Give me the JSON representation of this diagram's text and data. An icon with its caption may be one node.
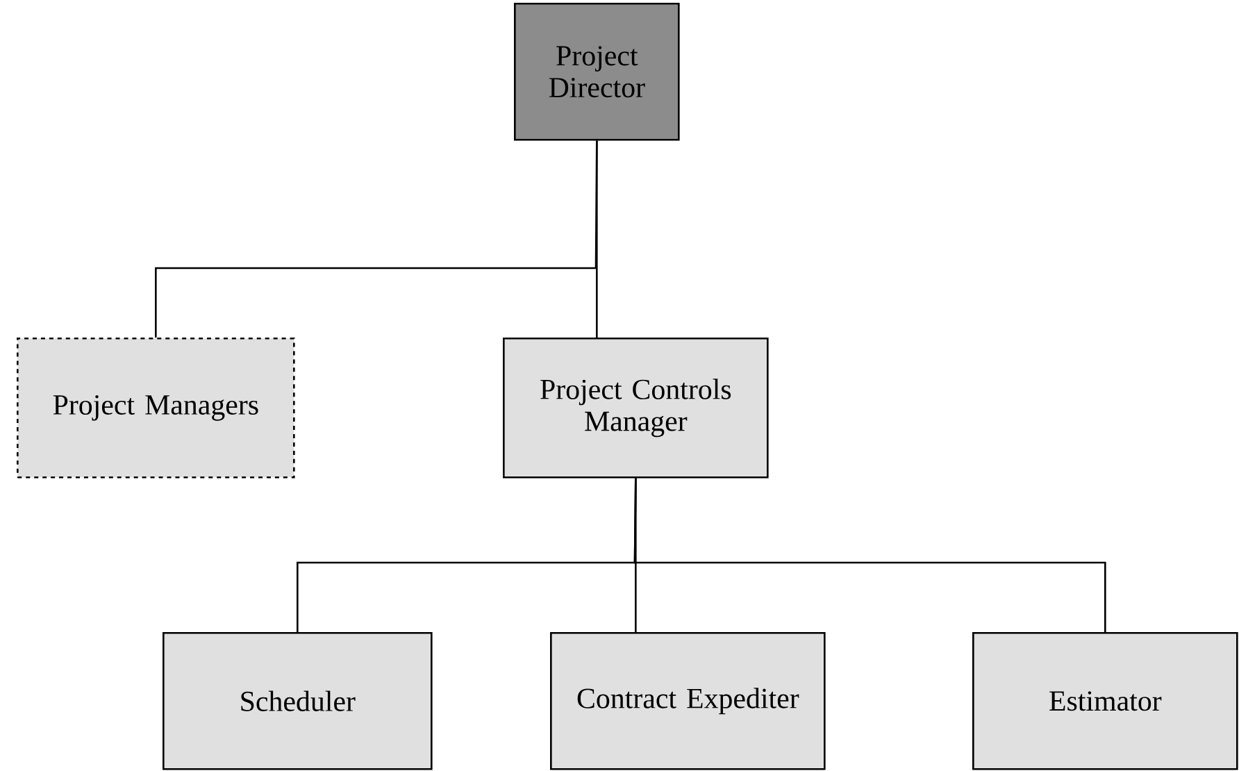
{
  "diagram": {
    "nodes": [
      {
        "text": [
          "Project Director"
        ]
      },
      {
        "text": [
          "Project Managers"
        ]
      },
      {
        "text": [
          "Project Controls Manager"
        ]
      },
      {
        "text": [
          "Scheduler"
        ]
      },
      {
        "text": [
          "Contract Expediter"
        ]
      },
      {
        "text": [
          "Estimator"
        ]
      }
    ],
    "edges": [
      {
        "from": 0,
        "to": 1,
        "arrow": "none"
      },
      {
        "from": 0,
        "to": 2,
        "arrow": "none"
      },
      {
        "from": 2,
        "to": 3,
        "arrow": "none"
      },
      {
        "from": 2,
        "to": 4,
        "arrow": "none"
      },
      {
        "from": 2,
        "to": 5,
        "arrow": "none"
      }
    ]
  }
}
